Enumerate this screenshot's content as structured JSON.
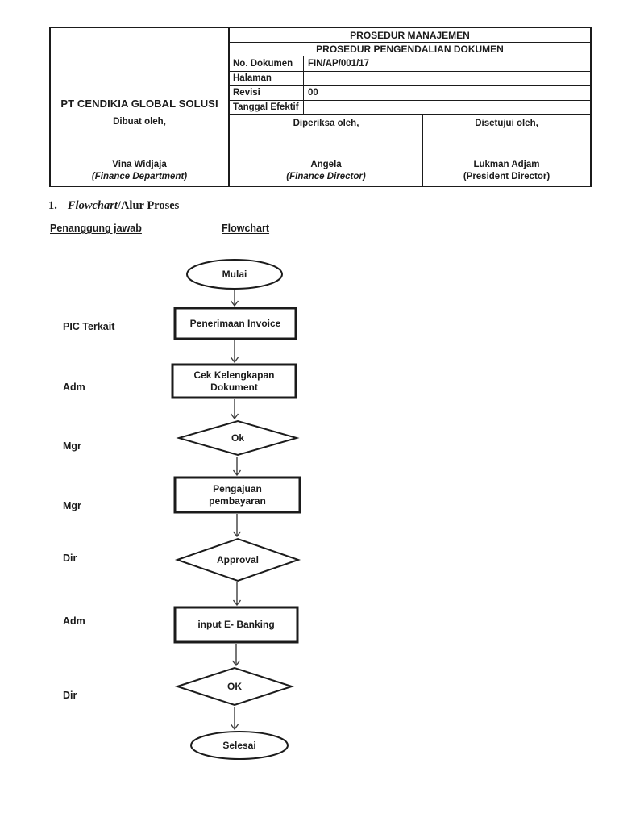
{
  "document": {
    "company": "PT CENDIKIA GLOBAL SOLUSI",
    "header": {
      "title_line1": "PROSEDUR MANAJEMEN",
      "title_line2": "PROSEDUR PENGENDALIAN DOKUMEN",
      "fields": [
        {
          "label": "No. Dokumen",
          "value": "FIN/AP/001/17"
        },
        {
          "label": "Halaman",
          "value": ""
        },
        {
          "label": "Revisi",
          "value": "00"
        },
        {
          "label": "Tanggal Efektif",
          "value": ""
        }
      ],
      "signatures": [
        {
          "heading": "Dibuat oleh,",
          "name": "Vina Widjaja",
          "role": "(Finance Department)"
        },
        {
          "heading": "Diperiksa oleh,",
          "name": "Angela",
          "role": "(Finance Director)"
        },
        {
          "heading": "Disetujui oleh,",
          "name": "Lukman Adjam",
          "role": "(President Director)"
        }
      ]
    },
    "section": {
      "number": "1.",
      "title_italic": "Flowchart",
      "title_rest": "/Alur Proses",
      "col_left": "Penanggung jawab",
      "col_right": "Flowchart"
    }
  },
  "flowchart": {
    "actors": [
      "PIC Terkait",
      "Adm",
      "Mgr",
      "Mgr",
      "Dir",
      "Adm",
      "Dir"
    ],
    "nodes": [
      {
        "type": "terminator",
        "label": "Mulai"
      },
      {
        "type": "process",
        "label": "Penerimaan Invoice"
      },
      {
        "type": "process",
        "label": "Cek Kelengkapan\nDokument"
      },
      {
        "type": "decision",
        "label": "Ok"
      },
      {
        "type": "process",
        "label": "Pengajuan\npembayaran"
      },
      {
        "type": "decision",
        "label": "Approval"
      },
      {
        "type": "process",
        "label": "input E- Banking"
      },
      {
        "type": "decision",
        "label": "OK"
      },
      {
        "type": "terminator",
        "label": "Selesai"
      }
    ],
    "colors": {
      "ink": "#1b1b1b",
      "arrow": "#3d3d3d",
      "background": "#ffffff"
    }
  }
}
